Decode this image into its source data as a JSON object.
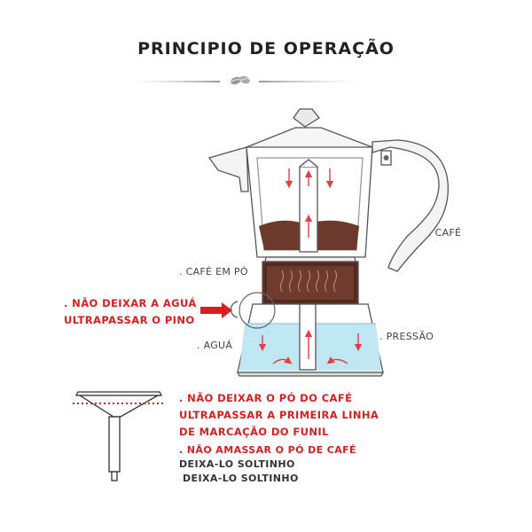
{
  "title": "PRINCIPIO DE OPERAÇÃO",
  "labels": {
    "cafe": ". CAFÉ",
    "cafe_em_po": ". CAFÉ EM PÓ",
    "agua": ". AGUÁ",
    "pressao": ". PRESSÃO"
  },
  "warnings": {
    "pino_line1": ". NÃO DEIXAR A AGUÁ",
    "pino_line2": "ULTRAPASSAR O PINO",
    "funil_line1": ". NÃO DEIXAR O PÓ DO CAFÉ",
    "funil_line2": "ULTRAPASSAR A PRIMEIRA LINHA",
    "funil_line3": "DE MARCAÇÃO DO FUNIL"
  },
  "notes": {
    "line1": ". NÃO AMASSAR O PÓ DE CAFÉ",
    "line2": "DEIXA-LO SOLTINHO",
    "line3": "DEIXA-LO SOLTINHO"
  },
  "colors": {
    "accent_red": "#d42020",
    "water": "#bfe6f2",
    "coffee": "#6b3a2c",
    "coffee_dark": "#4a2218",
    "outline": "#555555"
  },
  "icons": [
    "coffee-beans-icon",
    "red-arrow-icon"
  ]
}
